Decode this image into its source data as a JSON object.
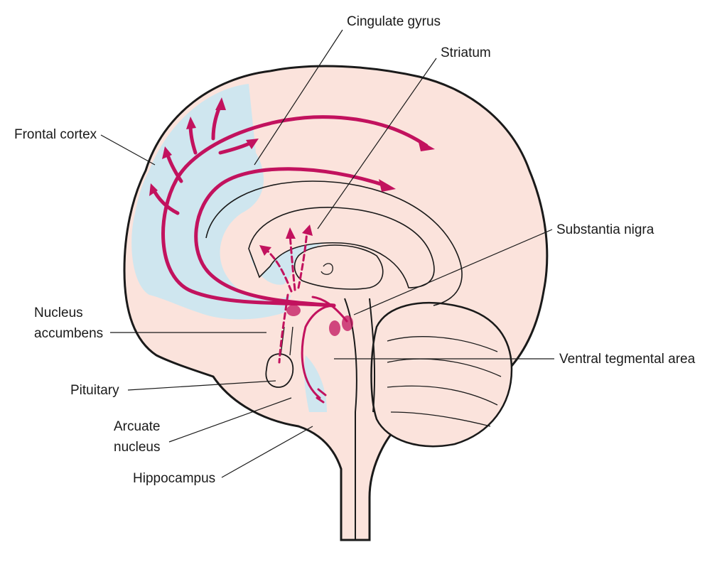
{
  "labels": {
    "cingulate_gyrus": "Cingulate gyrus",
    "striatum": "Striatum",
    "frontal_cortex": "Frontal cortex",
    "substantia_nigra": "Substantia nigra",
    "nucleus_line1": "Nucleus",
    "nucleus_line2": "accumbens",
    "ventral_tegmental_area": "Ventral tegmental area",
    "pituitary": "Pituitary",
    "arcuate_line1": "Arcuate",
    "arcuate_line2": "nucleus",
    "hippocampus": "Hippocampus"
  },
  "colors": {
    "tissue": "#fbe3dc",
    "dopamine_region": "#cfe6ef",
    "pathway": "#c2125e",
    "outline": "#1a1a1a"
  }
}
